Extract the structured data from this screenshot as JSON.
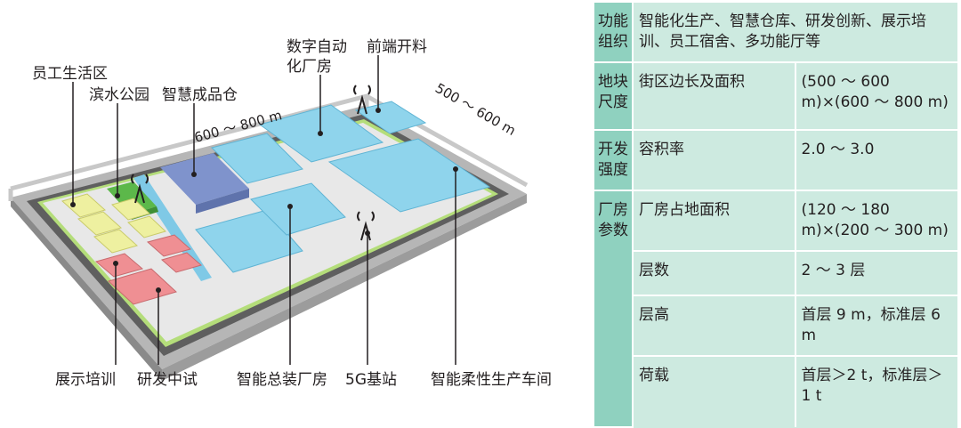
{
  "diagram": {
    "label_residence": "员工生活区",
    "label_park": "滨水公园",
    "label_warehouse": "智慧成品仓",
    "label_digital_line1": "数字自动",
    "label_digital_line2": "化厂房",
    "label_front": "前端开料",
    "label_showroom": "展示培训",
    "label_rnd": "研发中试",
    "label_assembly": "智能总装厂房",
    "label_5g": "5G基站",
    "label_flexible": "智能柔性生产车间",
    "dim_width": "600 ～ 800 m",
    "dim_depth": "500 ～ 600 m"
  },
  "table": {
    "r1": {
      "cat": "功能组织",
      "value": "智能化生产、智慧仓库、研发创新、展示培训、员工宿舍、多功能厅等"
    },
    "r2": {
      "cat": "地块尺度",
      "sub": "街区边长及面积",
      "value": "(500 ～ 600 m)×(600 ～ 800 m)"
    },
    "r3": {
      "cat": "开发强度",
      "sub": "容积率",
      "value": "2.0 ～ 3.0"
    },
    "r4": {
      "cat": "厂房参数",
      "sub": "厂房占地面积",
      "value": "(120 ～ 180 m)×(200 ～ 300 m)"
    },
    "r5": {
      "sub": "层数",
      "value": "2 ～ 3 层"
    },
    "r6": {
      "sub": "层高",
      "value": "首层 9 m，标准层 6 m"
    },
    "r7": {
      "sub": "荷载",
      "value": "首层＞2 t，标准层＞1 t"
    }
  },
  "colors": {
    "factory": "#8fd4ec",
    "warehouse": "#7f93cc",
    "residence": "#eef0a0",
    "rnd": "#ef8f93",
    "park": "#5cb84a",
    "table_header": "#8fd1bf",
    "table_body": "#cdeae0"
  },
  "icons": [
    "5g-antenna-icon"
  ]
}
